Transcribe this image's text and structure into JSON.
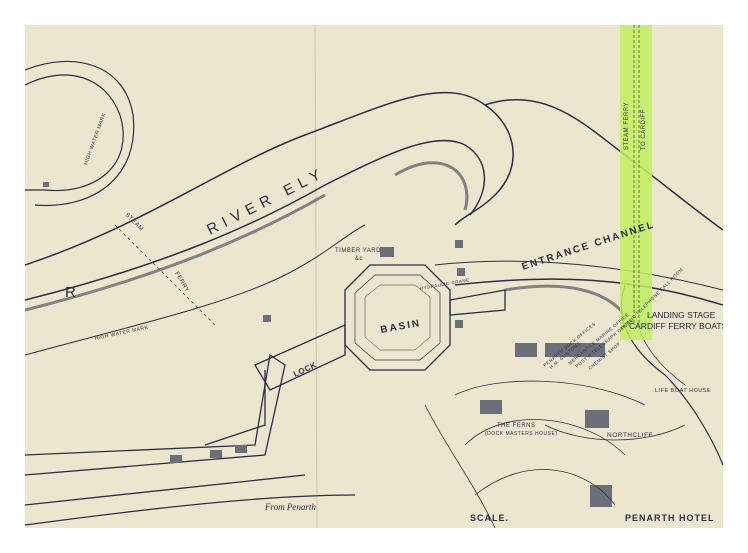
{
  "map": {
    "labels": {
      "river": "RIVER ELY",
      "river_left": "R",
      "entrance_channel": "ENTRANCE CHANNEL",
      "steam_ferry_right_1": "STEAM FERRY",
      "steam_ferry_right_2": "TO CARDIFF",
      "steam_ferry_left_1": "STEAM",
      "steam_ferry_left_2": "FERRY",
      "basin": "BASIN",
      "lock": "LOCK",
      "timber_yard": "TIMBER YARD",
      "timber_yard_2": "&c",
      "hydraulic_crane": "HYDRAULIC CRANE",
      "high_water_mark": "HIGH WATER MARK",
      "high_water_mark_top": "HIGH WATER MARK",
      "dock_offices": "PENARTH DOCK OFFICES",
      "customs": "H.M. CUSTOMS",
      "mercantile": "MERCANTILE MARINE OFFICE",
      "post": "POST & TELEGRAPH OFFICE",
      "chemist": "CHEMIST SHOP",
      "telephone": "PUBLIC TELEPHONE CALL ROOM",
      "landing_stage": "LANDING STAGE",
      "ferry_boats": "CARDIFF FERRY BOATS",
      "life_boat": "LIFE BOAT HOUSE",
      "ferns": "THE FERNS",
      "dock_master": "(DOCK MASTERS HOUSE)",
      "northcliff": "NORTHCLIFF",
      "penarth_hotel": "PENARTH HOTEL",
      "scale": "SCALE.",
      "from_penarth": "From Penarth"
    },
    "colors": {
      "paper": "#ece6cf",
      "ink": "#2a2f45",
      "highlight": "#c2ef5e"
    }
  }
}
